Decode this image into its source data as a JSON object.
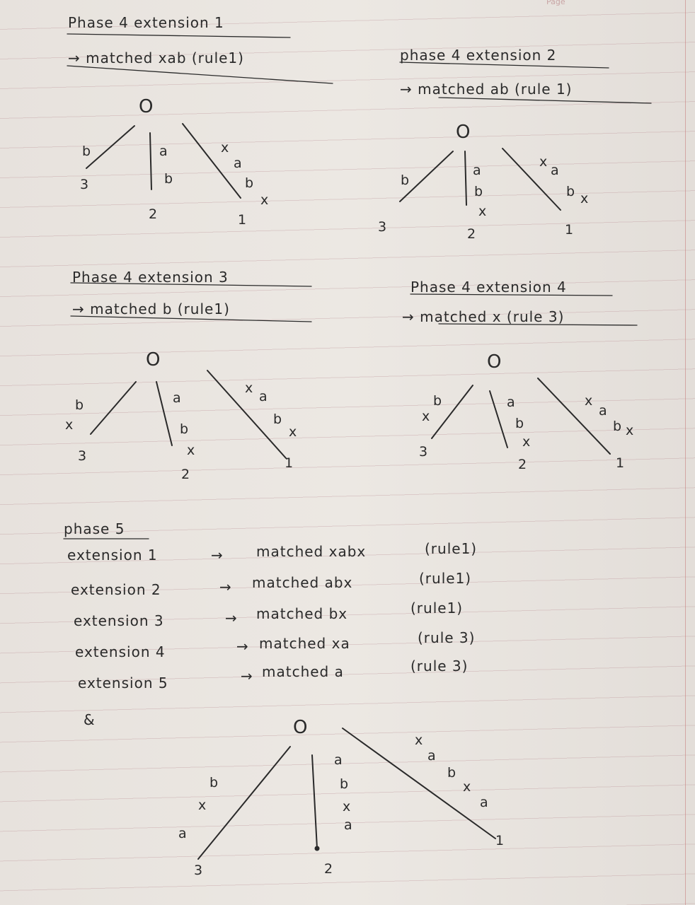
{
  "page_tag": "Page",
  "headings": {
    "p4e1": {
      "title": "Phase 4 extension 1",
      "match": "→ matched  xab (rule1)"
    },
    "p4e2": {
      "title": "phase 4  extension 2",
      "match": "→  matched  ab (rule 1)"
    },
    "p4e3": {
      "title": "Phase 4 extension 3",
      "match": "→ matched  b (rule1)"
    },
    "p4e4": {
      "title": "Phase 4 extension 4",
      "match": "→ matched  x  (rule 3)"
    }
  },
  "phase5": {
    "title": "phase 5",
    "rows": [
      {
        "ext": "extension 1",
        "arrow": "→",
        "matched": "matched  xabx",
        "rule": "(rule1)"
      },
      {
        "ext": "extension 2",
        "arrow": "→",
        "matched": "matched   abx",
        "rule": "(rule1)"
      },
      {
        "ext": "extension 3",
        "arrow": "→",
        "matched": "matched    bx",
        "rule": "(rule1)"
      },
      {
        "ext": "extension 4",
        "arrow": "→",
        "matched": "matched     xa",
        "rule": "(rule 3)"
      },
      {
        "ext": "extension 5",
        "arrow": "→",
        "matched": "matched     a",
        "rule": "(rule 3)"
      }
    ],
    "mark": "&"
  },
  "trees": {
    "t1": {
      "root": "O",
      "left": [
        "b",
        "3"
      ],
      "mid": [
        "a",
        "b",
        "2"
      ],
      "right": [
        "x",
        "a",
        "b",
        "x",
        "1"
      ]
    },
    "t2": {
      "root": "O",
      "left": [
        "b",
        "3"
      ],
      "mid": [
        "a",
        "b",
        "x",
        "2"
      ],
      "right": [
        "x",
        "a",
        "b",
        "x",
        "1"
      ]
    },
    "t3": {
      "root": "O",
      "left": [
        "b",
        "x",
        "3"
      ],
      "mid": [
        "a",
        "b",
        "x",
        "2"
      ],
      "right": [
        "x",
        "a",
        "b",
        "x",
        "1"
      ]
    },
    "t4": {
      "root": "O",
      "left": [
        "b",
        "x",
        "3"
      ],
      "mid": [
        "a",
        "b",
        "x",
        "2"
      ],
      "right": [
        "x",
        "a",
        "b",
        "x",
        "1"
      ]
    },
    "t5": {
      "root": "O",
      "left": [
        "b",
        "x",
        "a",
        "3"
      ],
      "mid": [
        "a",
        "b",
        "x",
        "a",
        "2"
      ],
      "right": [
        "x",
        "a",
        "b",
        "x",
        "a",
        "1"
      ]
    }
  }
}
